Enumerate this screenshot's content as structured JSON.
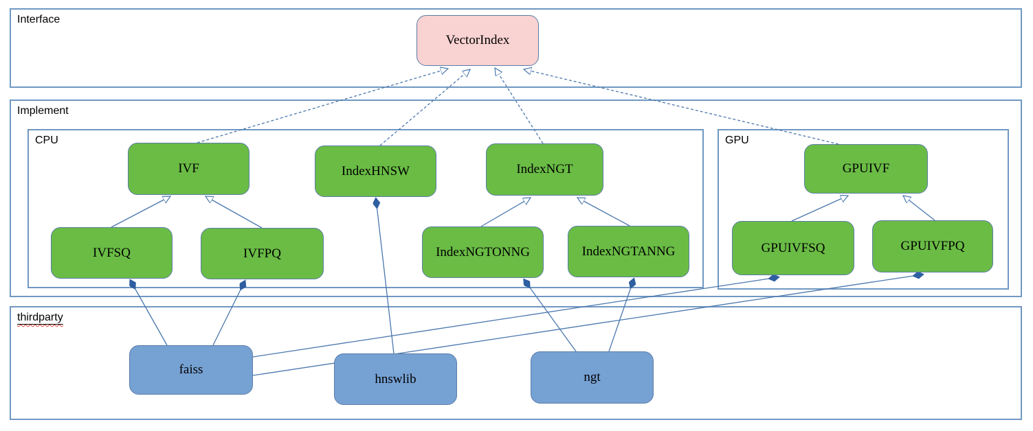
{
  "colors": {
    "fill_interface": "#f9d2d2",
    "fill_implementation": "#6abc45",
    "fill_thirdparty": "#76a1d3",
    "node_border": "#5b7ca6",
    "container_border": "#6f97c2",
    "edge": "#4a77ad",
    "diamond": "#2e5fa0",
    "squiggle": "#e03c31",
    "text": "#000000"
  },
  "containers": {
    "interface": {
      "label": "Interface"
    },
    "implement": {
      "label": "Implement"
    },
    "cpu": {
      "label": "CPU"
    },
    "gpu": {
      "label": "GPU"
    },
    "thirdparty": {
      "label": "thirdparty"
    }
  },
  "nodes": {
    "vectorindex": {
      "label": "VectorIndex",
      "kind": "interface"
    },
    "ivf": {
      "label": "IVF",
      "kind": "cpu-implementation"
    },
    "indexhnsw": {
      "label": "IndexHNSW",
      "kind": "cpu-implementation"
    },
    "indexngt": {
      "label": "IndexNGT",
      "kind": "cpu-implementation"
    },
    "ivfsq": {
      "label": "IVFSQ",
      "kind": "cpu-implementation"
    },
    "ivfpq": {
      "label": "IVFPQ",
      "kind": "cpu-implementation"
    },
    "indexngtonng": {
      "label": "IndexNGTONNG",
      "kind": "cpu-implementation"
    },
    "indexngtanng": {
      "label": "IndexNGTANNG",
      "kind": "cpu-implementation"
    },
    "gpuivf": {
      "label": "GPUIVF",
      "kind": "gpu-implementation"
    },
    "gpuivfsq": {
      "label": "GPUIVFSQ",
      "kind": "gpu-implementation"
    },
    "gpuivfpq": {
      "label": "GPUIVFPQ",
      "kind": "gpu-implementation"
    },
    "faiss": {
      "label": "faiss",
      "kind": "thirdparty-library"
    },
    "hnswlib": {
      "label": "hnswlib",
      "kind": "thirdparty-library"
    },
    "ngt": {
      "label": "ngt",
      "kind": "thirdparty-library"
    }
  },
  "edges": [
    {
      "from": "IVF",
      "to": "VectorIndex",
      "type": "realization"
    },
    {
      "from": "IndexHNSW",
      "to": "VectorIndex",
      "type": "realization"
    },
    {
      "from": "IndexNGT",
      "to": "VectorIndex",
      "type": "realization"
    },
    {
      "from": "GPUIVF",
      "to": "VectorIndex",
      "type": "realization"
    },
    {
      "from": "IVFSQ",
      "to": "IVF",
      "type": "generalization"
    },
    {
      "from": "IVFPQ",
      "to": "IVF",
      "type": "generalization"
    },
    {
      "from": "IndexNGTONNG",
      "to": "IndexNGT",
      "type": "generalization"
    },
    {
      "from": "IndexNGTANNG",
      "to": "IndexNGT",
      "type": "generalization"
    },
    {
      "from": "GPUIVFSQ",
      "to": "GPUIVF",
      "type": "generalization"
    },
    {
      "from": "GPUIVFPQ",
      "to": "GPUIVF",
      "type": "generalization"
    },
    {
      "from": "faiss",
      "to": "IVFSQ",
      "type": "composition"
    },
    {
      "from": "faiss",
      "to": "IVFPQ",
      "type": "composition"
    },
    {
      "from": "faiss",
      "to": "GPUIVFSQ",
      "type": "composition"
    },
    {
      "from": "faiss",
      "to": "GPUIVFPQ",
      "type": "composition"
    },
    {
      "from": "hnswlib",
      "to": "IndexHNSW",
      "type": "composition"
    },
    {
      "from": "ngt",
      "to": "IndexNGTONNG",
      "type": "composition"
    },
    {
      "from": "ngt",
      "to": "IndexNGTANNG",
      "type": "composition"
    }
  ]
}
